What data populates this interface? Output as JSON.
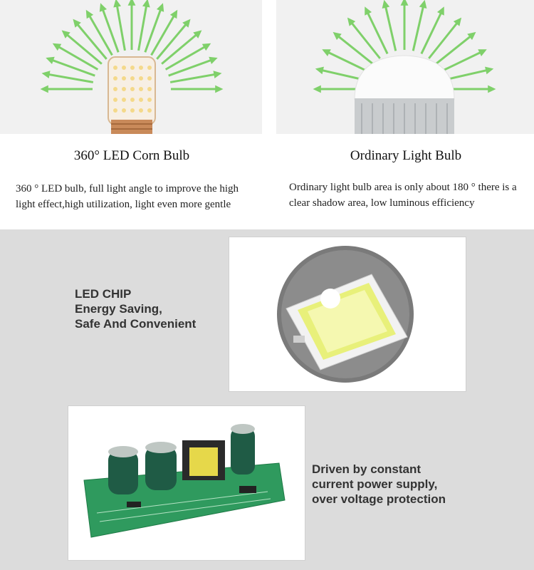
{
  "left_panel": {
    "title": "360° LED Corn Bulb",
    "description": "360 ° LED bulb, full light angle to improve the high light effect,high utilization, light even more gentle",
    "image_icon": "corn-bulb-icon"
  },
  "right_panel": {
    "title": "Ordinary Light Bulb",
    "description": "Ordinary light bulb area is only about 180 ° there is a clear shadow area, low luminous efficiency",
    "image_icon": "ordinary-bulb-icon"
  },
  "chip_section": {
    "line1": "LED CHIP",
    "line2": "Energy Saving,",
    "line3": "Safe And Convenient",
    "image_icon": "led-chip-icon"
  },
  "driver_section": {
    "line1": "Driven by constant",
    "line2": "current power supply,",
    "line3": "over voltage protection",
    "image_icon": "circuit-board-icon"
  },
  "colors": {
    "ray_green": "#7fd06a",
    "gray_background": "#dcdcdc",
    "text_dark": "#333333"
  }
}
